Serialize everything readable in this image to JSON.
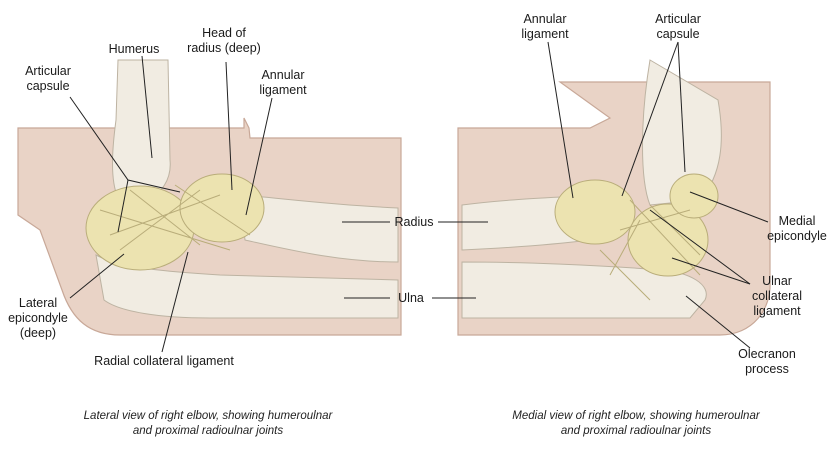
{
  "panels": [
    {
      "id": "lateral",
      "caption": "Lateral view of right elbow, showing humeroulnar\nand proximal radioulnar joints",
      "labels": {
        "humerus": "Humerus",
        "head_of_radius": "Head of\nradius (deep)",
        "articular_capsule": "Articular\ncapsule",
        "annular_ligament": "Annular\nligament",
        "lateral_epicondyle": "Lateral\nepicondyle\n(deep)",
        "radial_collateral_ligament": "Radial collateral ligament"
      }
    },
    {
      "id": "medial",
      "caption": "Medial view of right elbow, showing humeroulnar\nand proximal radioulnar joints",
      "labels": {
        "annular_ligament": "Annular\nligament",
        "articular_capsule": "Articular\ncapsule",
        "medial_epicondyle": "Medial\nepicondyle",
        "ulnar_collateral_ligament": "Ulnar\ncollateral\nligament",
        "olecranon_process": "Olecranon\nprocess"
      }
    }
  ],
  "shared_labels": {
    "radius": "Radius",
    "ulna": "Ulna"
  },
  "colors": {
    "skin": "#e9d3c6",
    "skin_edge": "#c8a898",
    "bone": "#f1ece2",
    "bone_edge": "#bdb3a2",
    "ligament": "#ece3b0",
    "ligament_edge": "#b9ad7a",
    "leader": "#222222"
  }
}
